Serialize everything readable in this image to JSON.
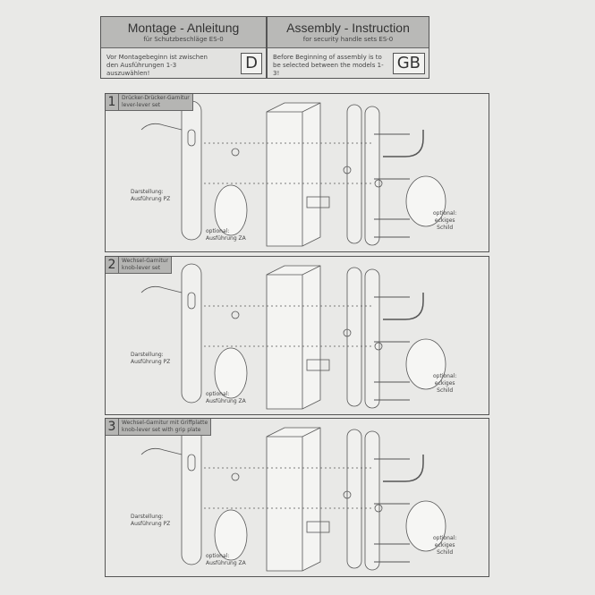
{
  "header_de": {
    "title": "Montage - Anleitung",
    "subtitle": "für Schutzbeschläge ES-0",
    "body": "Vor Montagebeginn ist zwischen den Ausführungen 1-3 auszuwählen!",
    "lang": "D"
  },
  "header_gb": {
    "title": "Assembly - Instruction",
    "subtitle": "for security handle sets ES-0",
    "body": "Before Beginning of assembly is to be selected between the models 1-3!",
    "lang": "GB"
  },
  "panels": [
    {
      "num": "1",
      "label_de": "Drücker-Drücker-Garnitur",
      "label_en": "lever-lever set"
    },
    {
      "num": "2",
      "label_de": "Wechsel-Garnitur",
      "label_en": "knob-lever set"
    },
    {
      "num": "3",
      "label_de": "Wechsel-Garnitur mit Griffplatte",
      "label_en": "knob-lever set with grip plate"
    }
  ],
  "labels": {
    "darstellung": "Darstellung:",
    "pz": "Ausführung PZ",
    "optional": "optional:",
    "za": "Ausführung ZA",
    "eckiges": "eckiges",
    "schild": "Schild"
  }
}
